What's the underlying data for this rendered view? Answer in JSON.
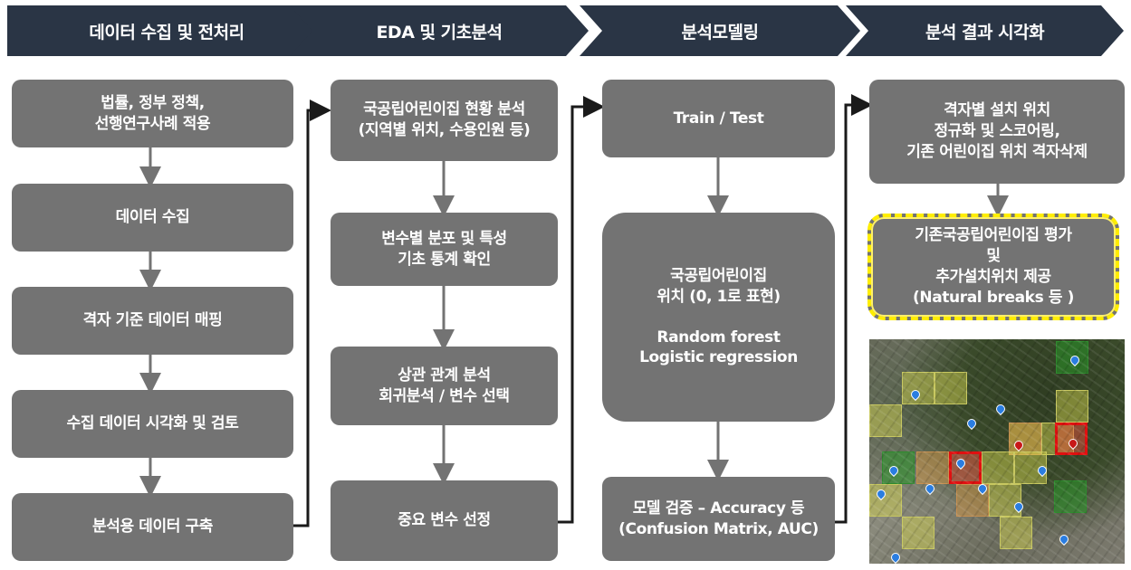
{
  "phases": [
    {
      "label": "데이터 수집 및 전처리"
    },
    {
      "label": "EDA 및 기초분석"
    },
    {
      "label": "분석모델링"
    },
    {
      "label": "분석 결과 시각화"
    }
  ],
  "col1": [
    {
      "lines": [
        "법률, 정부 정책,",
        "선행연구사례 적용"
      ]
    },
    {
      "lines": [
        "데이터 수집"
      ]
    },
    {
      "lines": [
        "격자 기준 데이터 매핑"
      ]
    },
    {
      "lines": [
        "수집 데이터 시각화 및 검토"
      ]
    },
    {
      "lines": [
        "분석용 데이터 구축"
      ]
    }
  ],
  "col2": [
    {
      "lines": [
        "국공립어린이집 현황 분석",
        "(지역별 위치, 수용인원 등)"
      ]
    },
    {
      "lines": [
        "변수별 분포 및 특성",
        "기초 통계 확인"
      ]
    },
    {
      "lines": [
        "상관 관계 분석",
        "회귀분석 / 변수 선택"
      ]
    },
    {
      "lines": [
        "중요 변수 선정"
      ]
    }
  ],
  "col3": [
    {
      "lines": [
        "Train / Test"
      ]
    },
    {
      "lines": [
        "국공립어린이집",
        "위치 (0, 1로 표현)",
        "",
        "Random forest",
        "Logistic regression"
      ]
    },
    {
      "lines": [
        "모델 검증 – Accuracy 등",
        "(Confusion Matrix, AUC)"
      ]
    }
  ],
  "col4": [
    {
      "lines": [
        "격자별 설치 위치",
        "정규화 및 스코어링,",
        "기존 어린이집 위치 격자삭제"
      ]
    },
    {
      "lines": [
        "기존국공립어린이집 평가",
        "및",
        "추가설치위치 제공",
        "(Natural breaks 등 )"
      ]
    }
  ],
  "colors": {
    "header": "#2a3545",
    "box": "#737373",
    "arrow": "#737373",
    "connector": "#1a1a1a",
    "highlight_border": "#ffee00",
    "selected_cell": "#e01010"
  }
}
